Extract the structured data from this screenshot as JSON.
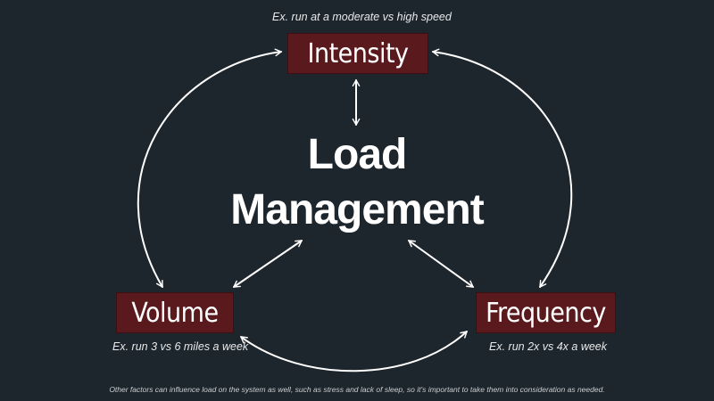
{
  "diagram": {
    "title_line1": "Load",
    "title_line2": "Management",
    "nodes": {
      "intensity": {
        "label": "Intensity",
        "caption": "Ex. run at a moderate vs high speed"
      },
      "volume": {
        "label": "Volume",
        "caption": "Ex. run 3 vs 6 miles a week"
      },
      "frequency": {
        "label": "Frequency",
        "caption": "Ex. run 2x vs 4x a week"
      }
    },
    "footnote": "Other factors can influence load on the system as well, such as stress and lack of sleep, so it's important to take them into consideration as needed."
  },
  "colors": {
    "background": "#1e262d",
    "box_fill": "#5a1a1d",
    "text": "#ffffff",
    "arrow": "#ffffff"
  }
}
